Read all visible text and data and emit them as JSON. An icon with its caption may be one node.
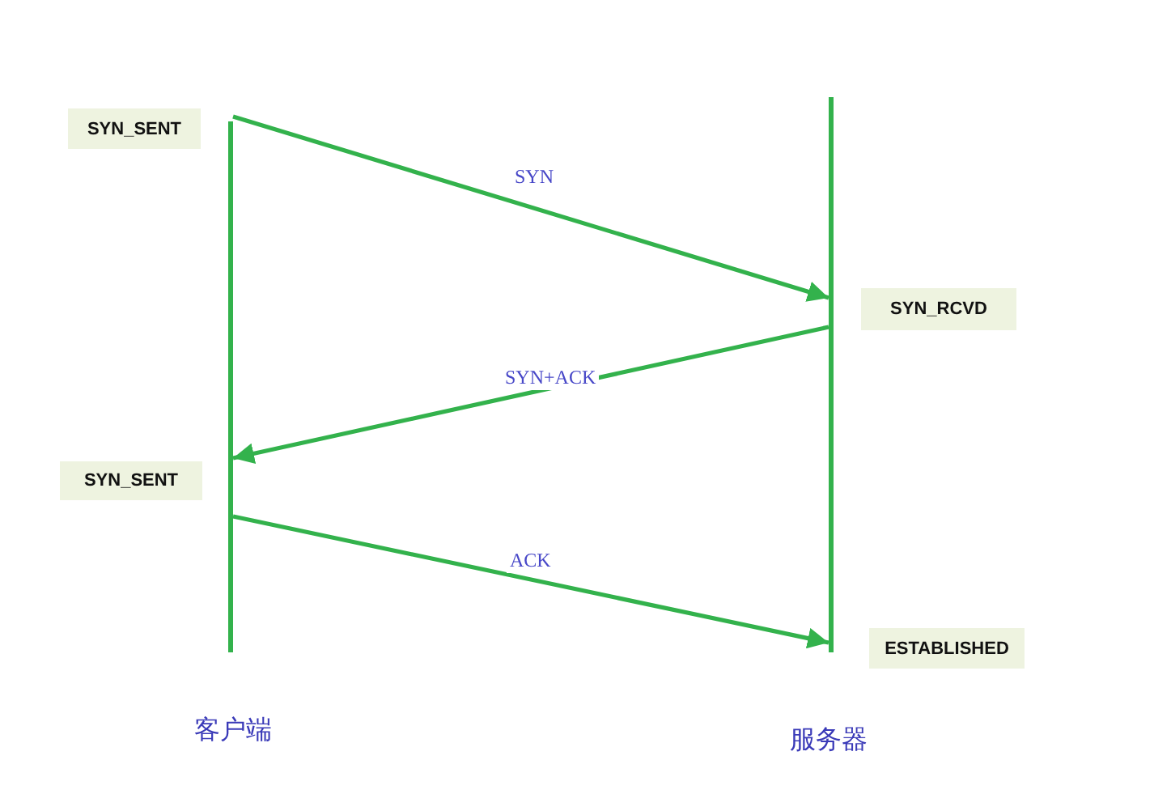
{
  "diagram": {
    "nodes": [
      {
        "text": [],
        "shape": "bar",
        "beside": [
          "客户端"
        ]
      },
      {
        "text": [],
        "shape": "bar",
        "beside": [
          "服务器"
        ]
      },
      {
        "text": [
          "SYN_SENT"
        ]
      },
      {
        "text": [
          "SYN_RCVD"
        ]
      },
      {
        "text": [
          "SYN_SENT"
        ]
      },
      {
        "text": [
          "ESTABLISHED"
        ]
      }
    ],
    "edges": [
      {
        "from": 0,
        "to": 1,
        "arrow": "to",
        "label": "SYN"
      },
      {
        "from": 1,
        "to": 0,
        "arrow": "to",
        "label": "SYN+ACK"
      },
      {
        "from": 0,
        "to": 1,
        "arrow": "to",
        "label": "ACK"
      }
    ]
  }
}
